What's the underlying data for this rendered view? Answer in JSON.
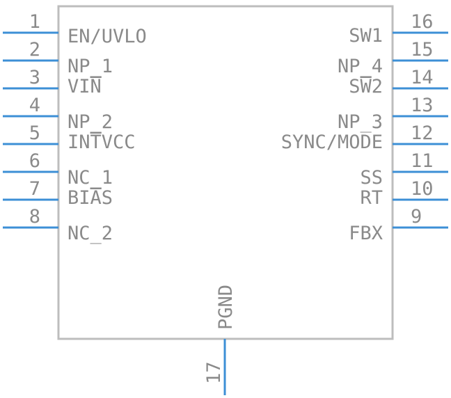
{
  "component": {
    "body_color": "#bdbdbd",
    "pin_color": "#3c8fd6",
    "text_color": "#8a8a8a"
  },
  "pins_left": [
    {
      "number": "1",
      "label": "EN/UVLO"
    },
    {
      "number": "2",
      "label": "NP_1"
    },
    {
      "number": "3",
      "label": "VIN"
    },
    {
      "number": "4",
      "label": "NP_2"
    },
    {
      "number": "5",
      "label": "INTVCC"
    },
    {
      "number": "6",
      "label": "NC_1"
    },
    {
      "number": "7",
      "label": "BIAS"
    },
    {
      "number": "8",
      "label": "NC_2"
    }
  ],
  "pins_right": [
    {
      "number": "16",
      "label": "SW1"
    },
    {
      "number": "15",
      "label": "NP_4"
    },
    {
      "number": "14",
      "label": "SW2"
    },
    {
      "number": "13",
      "label": "NP_3"
    },
    {
      "number": "12",
      "label": "SYNC/MODE"
    },
    {
      "number": "11",
      "label": "SS"
    },
    {
      "number": "10",
      "label": "RT"
    },
    {
      "number": "9",
      "label": "FBX"
    }
  ],
  "pins_bottom": [
    {
      "number": "17",
      "label": "PGND"
    }
  ]
}
